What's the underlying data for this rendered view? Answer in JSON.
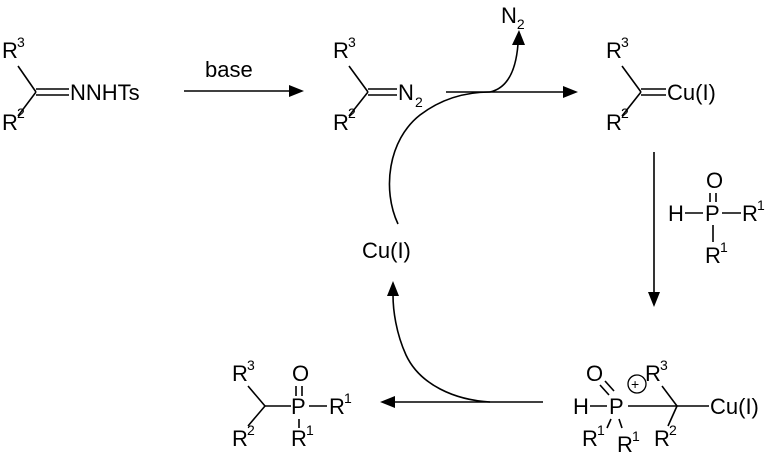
{
  "reagent_label": "base",
  "extrusion_label": "N2",
  "catalyst_label": "Cu(I)",
  "hydrazone": {
    "r3": "R",
    "r3_num": "3",
    "r2": "R",
    "r2_num": "2",
    "group": "NNHTs"
  },
  "diazo": {
    "r3": "R",
    "r3_num": "3",
    "r2": "R",
    "r2_num": "2",
    "group": "N",
    "group_sub": "2"
  },
  "carbene": {
    "r3": "R",
    "r3_num": "3",
    "r2": "R",
    "r2_num": "2",
    "metal": "Cu(I)"
  },
  "phosphine_oxide": {
    "o": "O",
    "h": "H",
    "p": "P",
    "r": "R",
    "r_num": "1",
    "r_lower": "R",
    "r_lower_num": "1"
  },
  "ylide": {
    "o": "O",
    "h": "H",
    "p": "P",
    "charge": "+",
    "r3": "R",
    "r3_num": "3",
    "r2": "R",
    "r2_num": "2",
    "r1a": "R",
    "r1a_num": "1",
    "r1b": "R",
    "r1b_num": "1",
    "metal": "Cu(I)"
  },
  "product": {
    "r3": "R",
    "r3_num": "3",
    "r2": "R",
    "r2_num": "2",
    "o": "O",
    "p": "P",
    "r1": "R",
    "r1_num": "1",
    "r1_lower": "R",
    "r1_lower_num": "1"
  }
}
